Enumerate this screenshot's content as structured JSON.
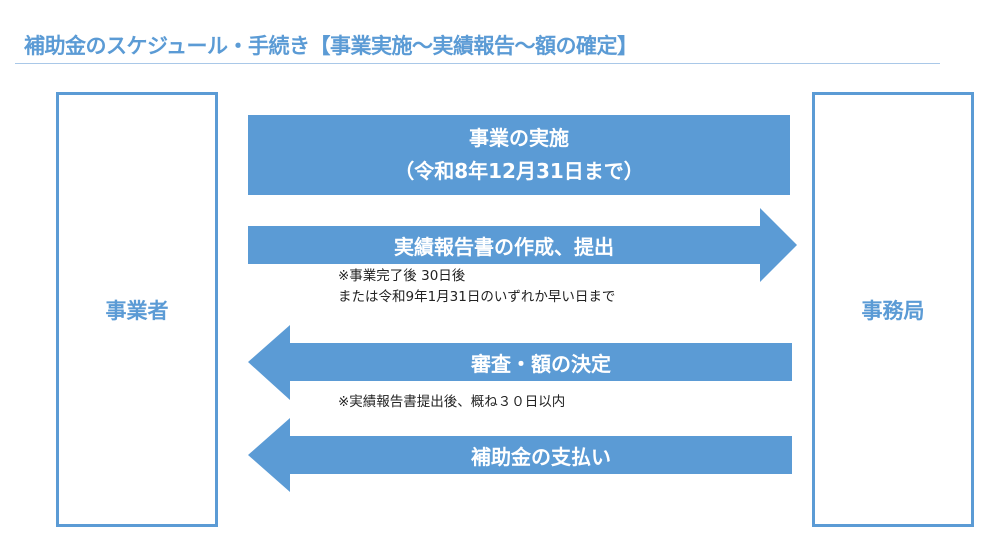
{
  "title": "補助金のスケジュール・手続き【事業実施～実績報告～額の確定】",
  "parties": {
    "left": "事業者",
    "right": "事務局"
  },
  "steps": [
    {
      "line1": "事業の実施",
      "line2": "（令和8年12月31日まで）"
    },
    {
      "label": "実績報告書の作成、提出",
      "direction": "right",
      "note_line1": "※事業完了後 30日後",
      "note_line2": "または令和9年1月31日のいずれか早い日まで"
    },
    {
      "label": "審査・額の決定",
      "direction": "left",
      "note_line1": "※実績報告書提出後、概ね３０日以内"
    },
    {
      "label": "補助金の支払い",
      "direction": "left"
    }
  ],
  "colors": {
    "accent": "#5b9bd5",
    "rule": "#a9c8e8"
  }
}
